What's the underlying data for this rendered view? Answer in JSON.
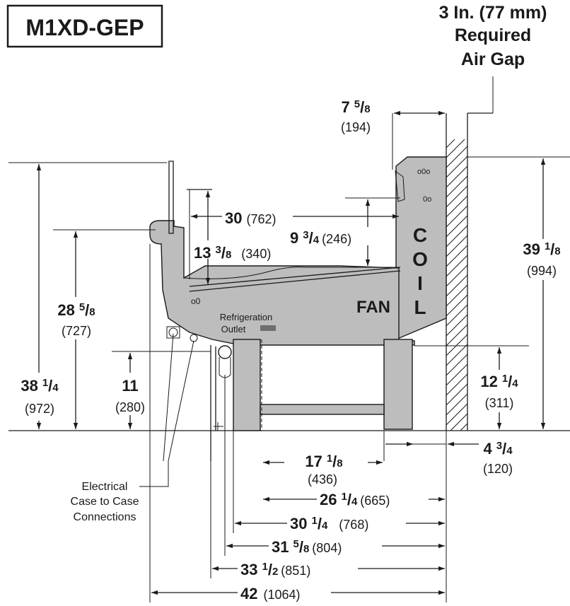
{
  "model": "M1XD-GEP",
  "air_gap": {
    "line1": "3 In. (77 mm)",
    "line2": "Required",
    "line3": "Air Gap"
  },
  "labels": {
    "coil": [
      "C",
      "O",
      "I",
      "L"
    ],
    "fan": "FAN",
    "refrigeration_1": "Refrigeration",
    "refrigeration_2": "Outlet",
    "electrical": [
      "Electrical",
      "Case to Case",
      "Connections"
    ]
  },
  "dims": {
    "d7": {
      "whole": "7",
      "num": "5",
      "den": "8",
      "mm": "(194)"
    },
    "d30top": {
      "whole": "30",
      "mm": "(762)"
    },
    "d9": {
      "whole": "9",
      "num": "3",
      "den": "4",
      "mm": "(246)"
    },
    "d13": {
      "whole": "13",
      "num": "3",
      "den": "8",
      "mm": "(340)"
    },
    "d39": {
      "whole": "39",
      "num": "1",
      "den": "8",
      "mm": "(994)"
    },
    "d28": {
      "whole": "28",
      "num": "5",
      "den": "8",
      "mm": "(727)"
    },
    "d38": {
      "whole": "38",
      "num": "1",
      "den": "4",
      "mm": "(972)"
    },
    "d11": {
      "whole": "11",
      "mm": "(280)"
    },
    "d12": {
      "whole": "12",
      "num": "1",
      "den": "4",
      "mm": "(311)"
    },
    "d4": {
      "whole": "4",
      "num": "3",
      "den": "4",
      "mm": "(120)"
    },
    "d17": {
      "whole": "17",
      "num": "1",
      "den": "8",
      "mm": "(436)"
    },
    "d26": {
      "whole": "26",
      "num": "1",
      "den": "4",
      "mm": "(665)"
    },
    "d30b": {
      "whole": "30",
      "num": "1",
      "den": "4",
      "mm": "(768)"
    },
    "d31": {
      "whole": "31",
      "num": "5",
      "den": "8",
      "mm": "(804)"
    },
    "d33": {
      "whole": "33",
      "num": "1",
      "den": "2",
      "mm": "(851)"
    },
    "d42": {
      "whole": "42",
      "mm": "(1064)"
    }
  }
}
